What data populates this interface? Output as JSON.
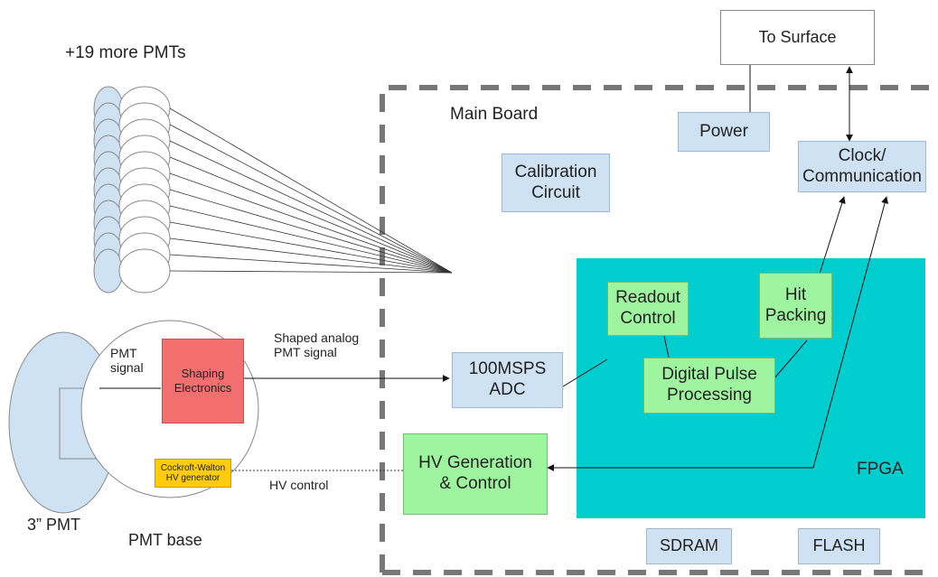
{
  "pmt_array": {
    "label": "+19 more PMTs"
  },
  "main_board": {
    "label": "Main Board"
  },
  "fpga": {
    "label": "FPGA",
    "color": "#00cdcd"
  },
  "blocks": {
    "to_surface": "To Surface",
    "power": "Power",
    "clock_comm": "Clock/\nCommunication",
    "calibration": "Calibration\nCircuit",
    "readout_control": "Readout\nControl",
    "hit_packing": "Hit\nPacking",
    "digital_pulse": "Digital Pulse\nProcessing",
    "adc": "100MSPS\nADC",
    "hv_gen": "HV Generation\n& Control",
    "sdram": "SDRAM",
    "flash": "FLASH",
    "shaping": "Shaping\nElectronics",
    "cockcroft": "Cockroft-Walton\nHV generator"
  },
  "labels": {
    "pmt_signal": "PMT\nsignal",
    "shaped_signal": "Shaped analog\nPMT signal",
    "hv_control": "HV control",
    "pmt_3inch": "3” PMT",
    "pmt_base": "PMT base"
  },
  "colors": {
    "blue_block": "#cfe2f3",
    "green_block": "#9ff59f",
    "shaping": "#f47070",
    "cockcroft": "#ffcc0a",
    "pmt_face": "#cfe2f3",
    "board_border": "#777777"
  }
}
